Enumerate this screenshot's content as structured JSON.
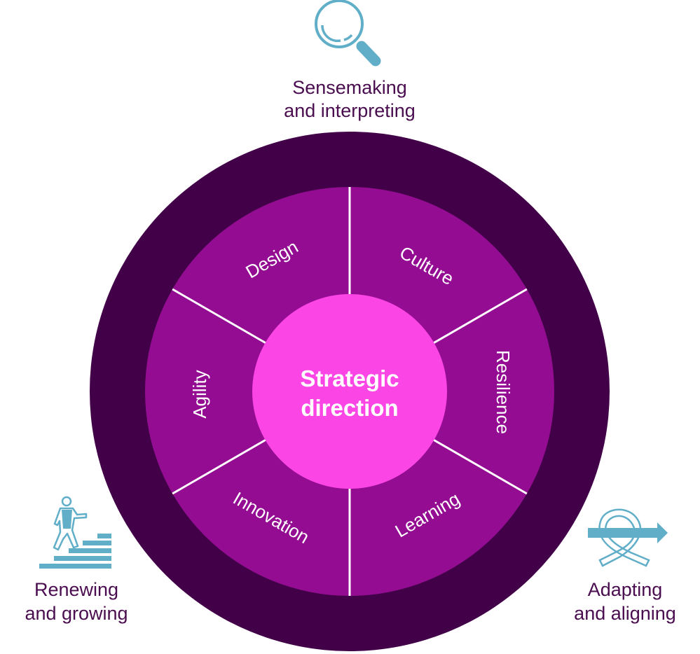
{
  "diagram": {
    "title": "Strategic direction",
    "center": {
      "lines": [
        "Strategic",
        "direction"
      ],
      "color": "#fb45e4"
    },
    "segments": [
      {
        "label": "Culture"
      },
      {
        "label": "Resilience"
      },
      {
        "label": "Learning"
      },
      {
        "label": "Innovation"
      },
      {
        "label": "Agility"
      },
      {
        "label": "Design"
      }
    ],
    "outer_capabilities": [
      {
        "icon": "magnifying-glass-icon",
        "lines": [
          "Sensemaking",
          "and interpreting"
        ]
      },
      {
        "icon": "person-climbing-stairs-icon",
        "lines": [
          "Renewing",
          "and growing"
        ]
      },
      {
        "icon": "looping-arrow-icon",
        "lines": [
          "Adapting",
          "and aligning"
        ]
      }
    ],
    "colors": {
      "outer_ring": "#420048",
      "middle_ring": "#930c92",
      "inner_circle": "#fb45e4",
      "separator": "#ffffff",
      "icon": "#61aec9",
      "label_text": "#4a0d4f",
      "segment_text": "#ffffff"
    }
  }
}
